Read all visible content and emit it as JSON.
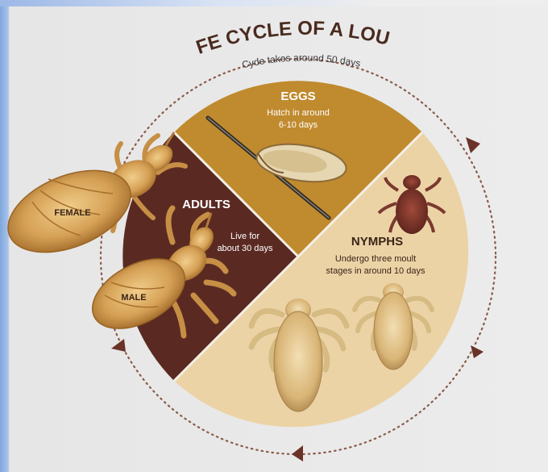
{
  "title": "LIFE CYCLE OF A LOUSE",
  "subtitle": "Cyde takes around 50 days",
  "stages": {
    "eggs": {
      "label": "EGGS",
      "desc_line1": "Hatch in around",
      "desc_line2": "6-10 days"
    },
    "adults": {
      "label": "ADULTS",
      "desc_line1": "Live for",
      "desc_line2": "about 30 days"
    },
    "nymphs": {
      "label": "NYMPHS",
      "desc_line1": "Undergo three moult",
      "desc_line2": "stages in around 10 days"
    }
  },
  "adult_labels": {
    "female": "FEMALE",
    "male": "MALE"
  },
  "colors": {
    "eggs_sector": "#c08a2e",
    "adults_sector": "#5a2a22",
    "nymphs_sector": "#ecd3a6",
    "title_text": "#4a2a1e",
    "arrow": "#6b3328",
    "louse_body": "#d9a85a",
    "louse_dark": "#a86f2c"
  },
  "icons": [
    "cycle-arrow-icon",
    "hair-strand-icon"
  ]
}
